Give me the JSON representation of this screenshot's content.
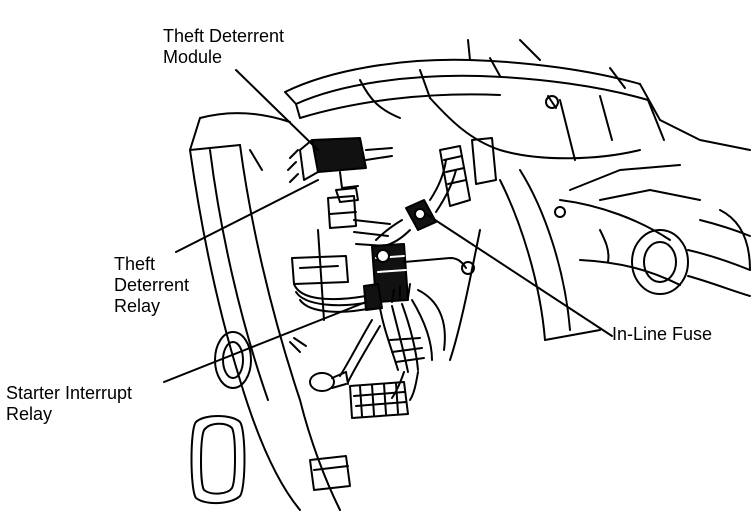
{
  "callouts": {
    "theft_deterrent_module": [
      "Theft Deterrent",
      "Module"
    ],
    "theft_deterrent_relay": [
      "Theft",
      "Deterrent",
      "Relay"
    ],
    "starter_interrupt_relay": [
      "Starter Interrupt",
      "Relay"
    ],
    "in_line_fuse": [
      "In-Line Fuse"
    ]
  },
  "colors": {
    "ink": "#000000",
    "paper": "#ffffff"
  }
}
